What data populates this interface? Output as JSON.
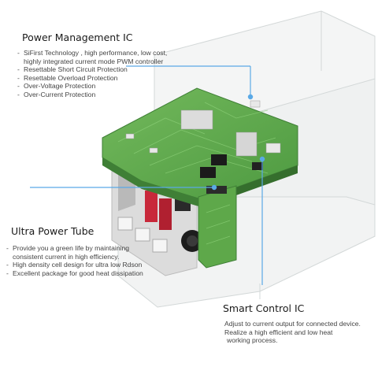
{
  "sections": {
    "power": {
      "title": "Power Management IC",
      "items": [
        "SiFirst Technology , high performance, low cost,",
        "highly integrated current mode PWM controller",
        "Resettable Short Circuit Protection",
        "Resettable Overload Protection",
        "Over-Voltage Protection",
        "Over-Current Protection"
      ]
    },
    "tube": {
      "title": "Ultra Power Tube",
      "items": [
        "Provide you a green life by maintaining",
        "consistent current in high efficiency.",
        "High density cell design for ultra low Rdson",
        "Excellent package for good heat dissipation"
      ]
    },
    "smart": {
      "title": "Smart Control IC",
      "lines": [
        "Adjust to current output for connected device.",
        "Realize a high efficient and low heat",
        "working process."
      ]
    }
  },
  "colors": {
    "pcb": "#5ea84a",
    "pcb_dark": "#3f7f36",
    "pointer": "#5aa9e6",
    "usb_red": "#c8283a"
  }
}
